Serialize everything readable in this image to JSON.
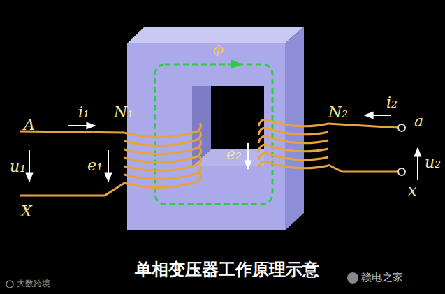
{
  "diagram": {
    "caption": "单相变压器工作原理示意",
    "labels": [
      "A",
      "i₁",
      "N₁",
      "u₁",
      "e₁",
      "X",
      "Φ",
      "e₂",
      "N₂",
      "i₂",
      "a",
      "u₂",
      "x",
      "大数跨境",
      "赣电之家"
    ]
  }
}
